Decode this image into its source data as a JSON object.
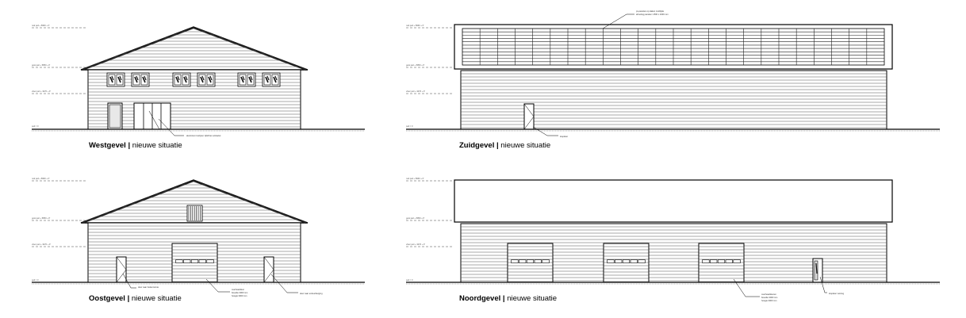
{
  "elevations": {
    "west": {
      "title": "Westgevel",
      "separator": "|",
      "subtitle": "nieuwe situatie"
    },
    "south": {
      "title": "Zuidgevel",
      "separator": "|",
      "subtitle": "nieuwe situatie"
    },
    "east": {
      "title": "Oostgevel",
      "separator": "|",
      "subtitle": "nieuwe situatie"
    },
    "north": {
      "title": "Noordgevel",
      "separator": "|",
      "subtitle": "nieuwe situatie"
    }
  },
  "level_labels": {
    "ridge": "nok peil + 8960 + P",
    "eaves": "goot peil + 5850 + P",
    "floor": "vloer peil + 3470 + P",
    "ground": "peil = 0"
  },
  "annotations": {
    "west_windows": "aluminium kozijnen zijlichten antraciet",
    "south_solar_1": "pv-panelen op daken zuidzijde",
    "south_solar_2": "afmeting panelen 1 800 x 1000 mm",
    "south_door": "loopdeur",
    "east_door": "deur naar buitenruimte",
    "east_overhead": "overheaddeur",
    "east_overhead_2": "breedte 3000 mm",
    "east_overhead_3": "hoogte 3000 mm",
    "east_door2": "deur naar entree/berging",
    "north_overhead": "overheaddeuren",
    "north_overhead_2": "breedte 3000 mm",
    "north_overhead_3": "hoogte 3000 mm",
    "north_door": "loopdeur woning"
  },
  "colors": {
    "line": "#000000",
    "siding": "#555555",
    "panel": "#222222"
  }
}
